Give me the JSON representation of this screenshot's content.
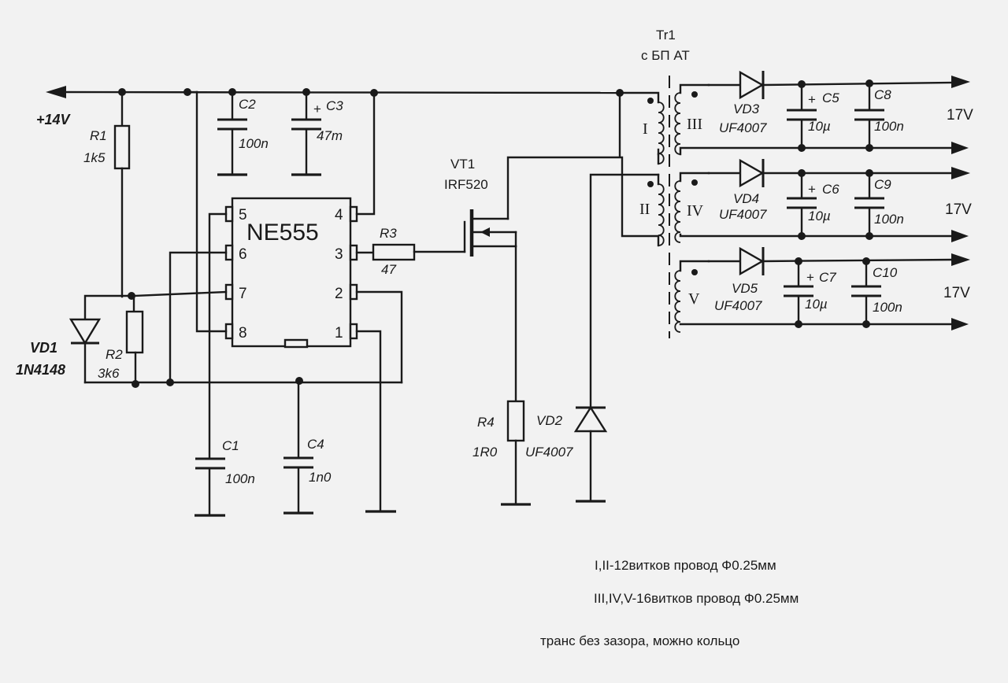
{
  "supply": {
    "label": "+14V"
  },
  "ic": {
    "name": "NE555",
    "pins": [
      "1",
      "2",
      "3",
      "4",
      "5",
      "6",
      "7",
      "8"
    ]
  },
  "resistors": [
    {
      "ref": "R1",
      "value": "1k5"
    },
    {
      "ref": "R2",
      "value": "3k6"
    },
    {
      "ref": "R3",
      "value": "47"
    },
    {
      "ref": "R4",
      "value": "1R0"
    }
  ],
  "capacitors": [
    {
      "ref": "C1",
      "value": "100n"
    },
    {
      "ref": "C2",
      "value": "100n"
    },
    {
      "ref": "C3",
      "value": "47m"
    },
    {
      "ref": "C4",
      "value": "1n0"
    },
    {
      "ref": "C5",
      "value": "10µ"
    },
    {
      "ref": "C6",
      "value": "10µ"
    },
    {
      "ref": "C7",
      "value": "10µ"
    },
    {
      "ref": "C8",
      "value": "100n"
    },
    {
      "ref": "C9",
      "value": "100n"
    },
    {
      "ref": "C10",
      "value": "100n"
    }
  ],
  "diodes": [
    {
      "ref": "VD1",
      "part": "1N4148"
    },
    {
      "ref": "VD2",
      "part": "UF4007"
    },
    {
      "ref": "VD3",
      "part": "UF4007"
    },
    {
      "ref": "VD4",
      "part": "UF4007"
    },
    {
      "ref": "VD5",
      "part": "UF4007"
    }
  ],
  "transistor": {
    "ref": "VT1",
    "part": "IRF520"
  },
  "transformer": {
    "ref": "Tr1",
    "source": "с БП АТ",
    "windings": [
      "I",
      "II",
      "III",
      "IV",
      "V"
    ]
  },
  "outputs": [
    "17V",
    "17V",
    "17V"
  ],
  "polarity_mark": "+",
  "notes": [
    "I,II-12витков провод Ф0.25мм",
    "III,IV,V-16витков провод Ф0.25мм",
    "транс без зазора, можно кольцо"
  ]
}
